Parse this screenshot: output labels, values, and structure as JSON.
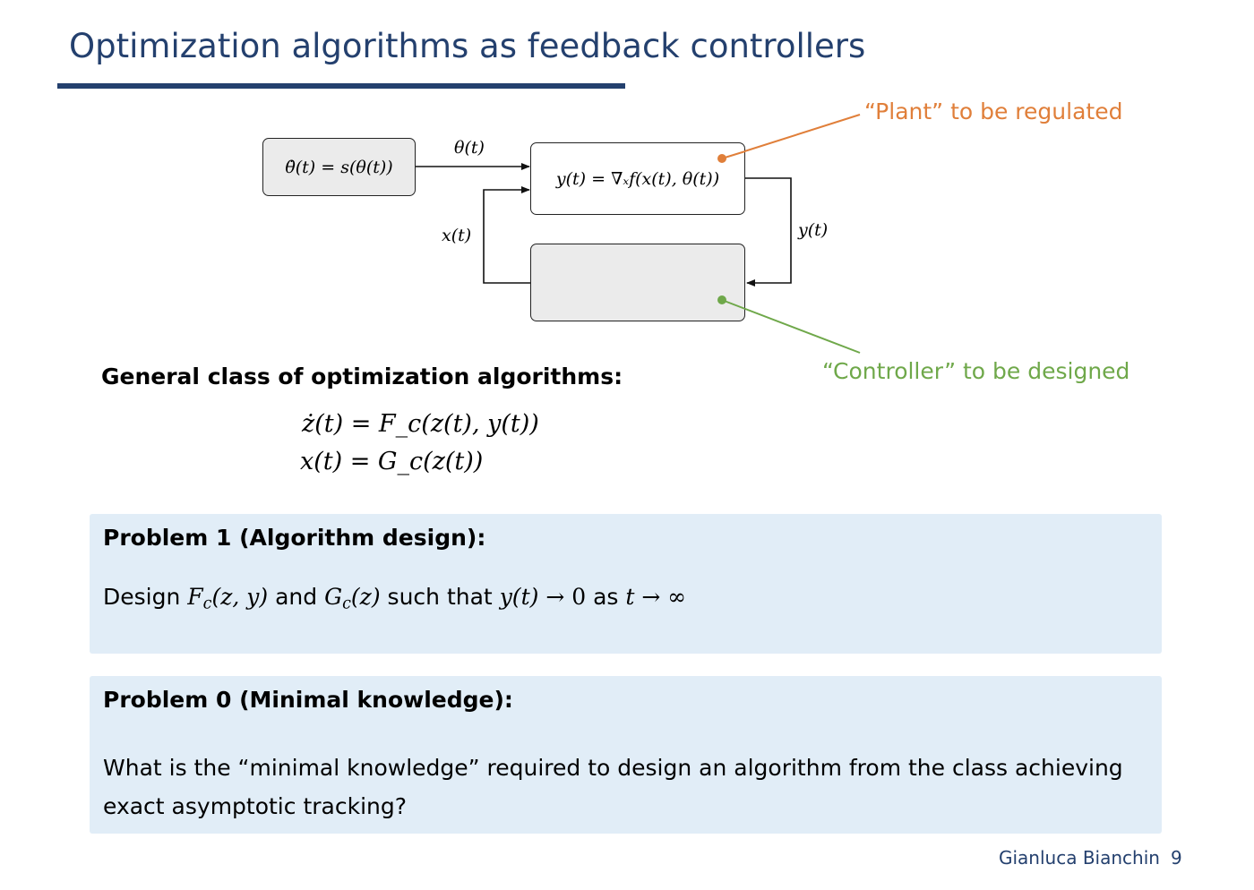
{
  "slide": {
    "title": "Optimization algorithms as feedback controllers",
    "author": "Gianluca Bianchin",
    "page_number": "9"
  },
  "diagram": {
    "exo_box": "θ̇(t) = s(θ(t))",
    "plant_box": "y(t) = ∇ₓf(x(t), θ(t))",
    "controller_box": "",
    "edge_theta": "θ(t)",
    "edge_x": "x(t)",
    "edge_y": "y(t)",
    "plant_annotation": "“Plant” to be regulated",
    "controller_annotation": "“Controller” to be designed",
    "plant_color": "#e07f3a",
    "controller_color": "#6fa84a"
  },
  "general_class": {
    "heading": "General class of optimization algorithms:",
    "eq1": "ż(t) = F_c(z(t), y(t))",
    "eq2": "x(t) = G_c(z(t))"
  },
  "problem1": {
    "title": "Problem 1 (Algorithm design):",
    "text_design": "Design",
    "text_and": "and",
    "text_such_that": "such that",
    "text_as": "as"
  },
  "problem0": {
    "title": "Problem 0 (Minimal knowledge):",
    "line1": "What is the “minimal knowledge” required to design an algorithm from the class achieving",
    "line2": "exact asymptotic tracking?"
  },
  "colors": {
    "title": "#24406e",
    "block_bg": "#e1edf7",
    "box_gray": "#ebebeb"
  }
}
